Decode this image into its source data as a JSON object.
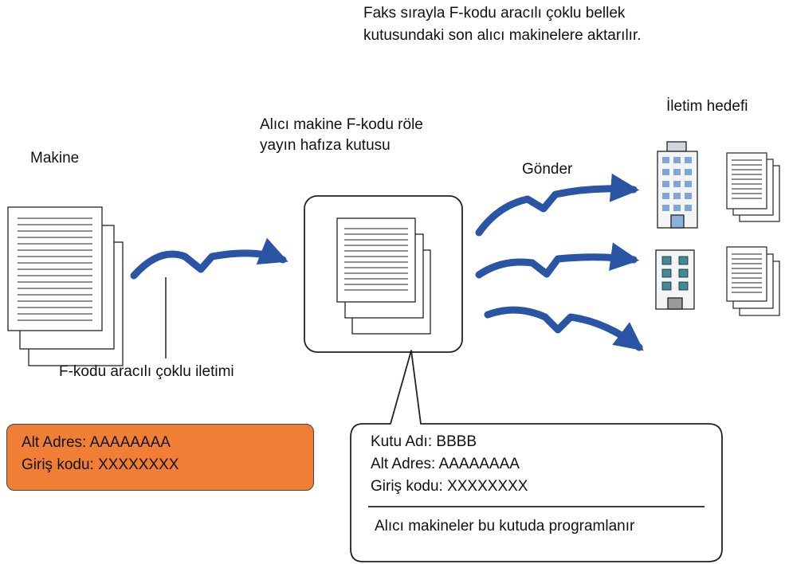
{
  "top_note": {
    "line1": "Faks sırayla F-kodu aracılı çoklu bellek",
    "line2": "kutusundaki son alıcı makinelere aktarılır."
  },
  "labels": {
    "machine": "Makine",
    "relay_box_line1": "Alıcı makine F-kodu röle",
    "relay_box_line2": "yayın hafıza kutusu",
    "send": "Gönder",
    "destination": "İletim hedefi",
    "fcode_relay": "F-kodu aracılı çoklu iletimi"
  },
  "sender_info": {
    "sub_address": "Alt Adres: AAAAAAAA",
    "passcode": "Giriş kodu: XXXXXXXX"
  },
  "box_info": {
    "box_name": "Kutu Adı: BBBB",
    "sub_address": "Alt Adres: AAAAAAAA",
    "passcode": "Giriş kodu: XXXXXXXX",
    "note": "Alıcı makineler bu kutuda programlanır"
  },
  "colors": {
    "arrow": "#2a55a5",
    "orange": "#f07f35",
    "building_blue": "#8cb0dc"
  }
}
